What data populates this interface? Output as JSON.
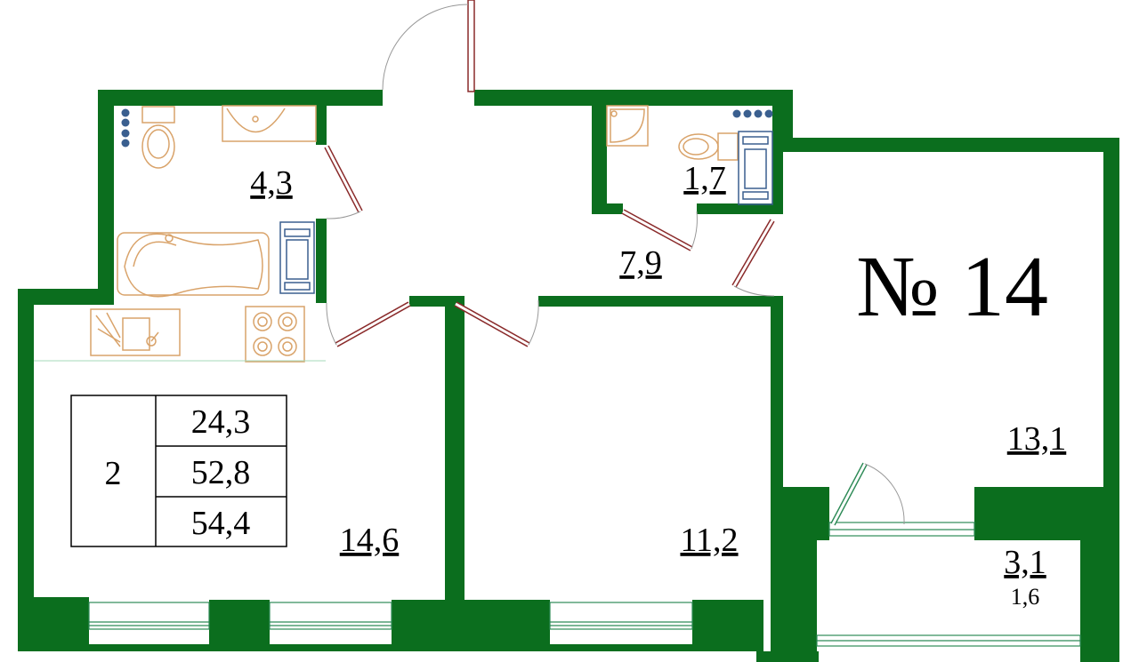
{
  "apartment": {
    "number_label": "№ 14",
    "rooms_count": "2",
    "areas_table": [
      "24,3",
      "52,8",
      "54,4"
    ]
  },
  "rooms": {
    "bathroom_large": "4,3",
    "bathroom_small": "1,7",
    "hallway": "7,9",
    "kitchen_living": "14,6",
    "bedroom_middle": "11,2",
    "bedroom_right": "13,1",
    "balcony": "3,1",
    "balcony_reduced": "1,6"
  },
  "colors": {
    "wall": "#0b6e1e",
    "fixture": "#d9a36a",
    "door": "#8a2a2a",
    "window": "#2e8b57",
    "dot": "#3a5f8f"
  }
}
